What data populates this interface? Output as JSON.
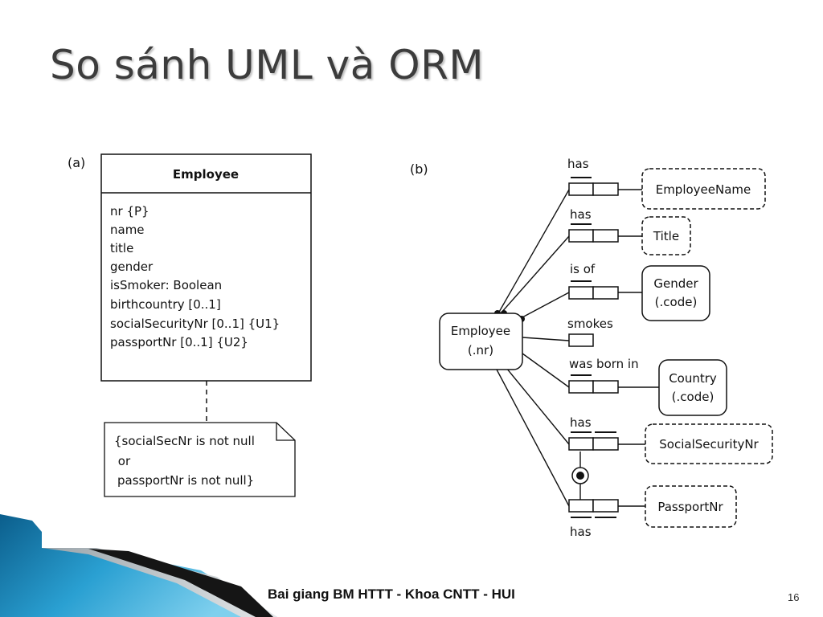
{
  "slide": {
    "title": "So sánh UML và ORM",
    "footer": "Bai giang BM HTTT - Khoa CNTT - HUI",
    "page_number": "16"
  },
  "uml": {
    "panel_label": "(a)",
    "class_name": "Employee",
    "attributes": [
      "nr {P}",
      "name",
      "title",
      "gender",
      "isSmoker: Boolean",
      "birthcountry [0..1]",
      "socialSecurityNr [0..1] {U1}",
      "passportNr [0..1] {U2}"
    ],
    "note_lines": [
      "{socialSecNr is not null",
      " or",
      "passportNr is not null}"
    ]
  },
  "orm": {
    "panel_label": "(b)",
    "entity": {
      "name": "Employee",
      "ref": "(.nr)"
    },
    "fact_labels": [
      "has",
      "has",
      "is of",
      "smokes",
      "was born in",
      "has",
      "has"
    ],
    "value_types": [
      "EmployeeName",
      "Title",
      "SocialSecurityNr",
      "PassportNr"
    ],
    "entity_types": [
      {
        "name": "Gender",
        "ref": "(.code)"
      },
      {
        "name": "Country",
        "ref": "(.code)"
      }
    ]
  },
  "colors": {
    "decor_blue": "#1f8fc4",
    "decor_dark": "#111111",
    "title_gray": "#3c3c3c"
  }
}
